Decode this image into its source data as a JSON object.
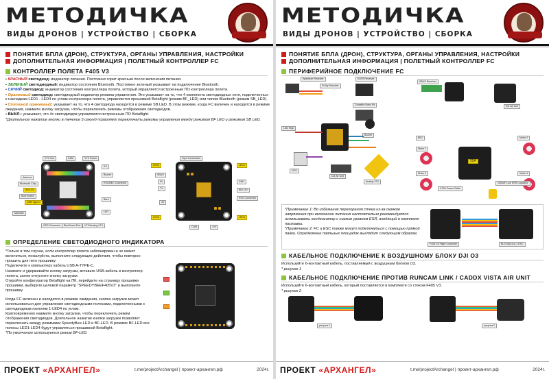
{
  "brand": {
    "title": "МЕТОДИЧКА",
    "subtitle": "ВИДЫ ДРОНОВ | УСТРОЙСТВО | СБОРКА",
    "emblem_text": "ПРОЕКТ АРХАНГЕЛ"
  },
  "header_lines": [
    "ПОНЯТИЕ БПЛА (ДРОН), СТРУКТУРА, ОРГАНЫ УПРАВЛЕНИЯ, НАСТРОЙКИ",
    "ДОПОЛНИТЕЛЬНАЯ ИНФОРМАЦИЯ | ПОЛЕТНЫЙ КОНТРОЛЛЕР FC"
  ],
  "left": {
    "section1": {
      "title": "КОНТРОЛЛЕР ПОЛЕТА F405 V3",
      "items": [
        {
          "label": "КРАСНЫЙ",
          "suffix": " светодиод:",
          "text": " индикатор питания. Постоянно горит красным после включения питания."
        },
        {
          "label": "ЗЕЛЕНЫЙ",
          "suffix": " светодиодный:",
          "text": " индикатор состояния Bluetooth, Постоянно зеленый указывает на подключение Bluetooth."
        },
        {
          "label": "СИНИЙ",
          "suffix": " светодиод:",
          "text": " индикатор состояния контроллера полета, который управляется встроенным ПО контроллера полета."
        },
        {
          "label": "Оранжевый",
          "suffix": " светодиод:",
          "text": " светодиодный индикатор режима управления. Это указывает на то, что 4 комплекта светодиодных лент, подключенных к накладкам LED1 - LED4 по углам контроллера полета, управляются прошивкой Betaflight (режим BF_LED) или чипом Bluetooth (режим SB_LED)."
        },
        {
          "label": "Сплошной оранжевый",
          "suffix": ":",
          "text": " указывает на то, что 4 светодиода находятся в режиме SB LED. В этом режиме, когда FC включен и находится в режиме ожидания, нажмите кнопку загрузки, чтобы переключить режимы отображения светодиодов."
        },
        {
          "label": "ВЫКЛ.",
          "suffix": ":",
          "text": " указывает, что 4x светодиодов управляются встроенным ПО Betaflight."
        }
      ],
      "tip": "*Длительное нажатие кнопки в течение 3 секунд позволяет переключать режимы управления между режимом BF LED и режимом SB LED."
    },
    "board_tags": {
      "a": [
        "VTX Out",
        "CAM",
        "VTX Power",
        "Antenna",
        "Bluetooth Chip",
        "5V/4.5V",
        "Boot Button",
        "USB Type-C",
        "MicroSD",
        "GPS Connector",
        "BlueSmart Port",
        "VTX/Analog VTX",
        "RX",
        "Buzzer",
        "ESC/BEC Connector",
        "Baro",
        "LED"
      ],
      "b": [
        "Gyro Connection",
        "LED1",
        "LED2",
        "LED3",
        "LED4",
        "SBUS",
        "5V",
        "TX",
        "4V",
        "GND",
        "BEC 5V",
        "ESC Connector",
        "CAM",
        "12V"
      ]
    },
    "section2": {
      "title": "ОПРЕДЕЛЕНИЕ СВЕТОДИОДНОГО ИНДИКАТОРА",
      "paragraphs": [
        "*Только в том случае, если контроллер полета заблокирован и не может включиться, пожалуйста, выполните следующие действия, чтобы повторно прошить для него прошивку:",
        "Подключите к компьютеру кабель USB A-TYPE-C.",
        "Нажмите и удерживайте кнопку загрузки, вставьте USB-кабель в контроллер полета, затем отпустите кнопку загрузки.",
        "Откройте конфигуратор Betaflight на ПК, перейдите на страницу прошивки прошивки, выберите целевой параметр \"SPEEDYBEEF405V3\" и выполните прошивку.",
        "Когда FC включен и находится в режиме ожидания, кнопка загрузки может использоваться для управления светодиодными полосами, подключенными к светодиодным панелям 1-LED4 по углам.",
        "Кратковременно нажмите кнопку загрузки, чтобы переключить режим отображения светодиодов. Длительное нажатие кнопки загрузки позволяет переключать между режимами SpeedyBee-LED и BF-LED. В режиме BF-LED все полосы LED1-LED4 будут управляться прошивкой Betaflight.",
        "*По умолчанию используется режим BF-LED."
      ]
    }
  },
  "right": {
    "section1": {
      "title": "ПЕРИФЕРИЙНОЕ ПОДКЛЮЧЕНИЕ FC"
    },
    "diagram_labels": [
      "Spektrum Receiver",
      "FrSky Receiver",
      "ELRS Receiver",
      "Crossfire Nano Rx",
      "LED Strip",
      "Buzzer",
      "GPS",
      "Analog VTX",
      "DJI Air Unit",
      "SBUS Receiver",
      "BEC",
      "Motor 1",
      "Motor 2",
      "Motor 3",
      "Motor 4",
      "55A",
      "XT60 Power Cable",
      "1000uF Low ESR Capacitor"
    ],
    "notes": [
      "*Примечание 1: Во избежание перегорания стека из-за скачков напряжения при включении питания настоятельно рекомендуется использовать конденсатор с низким уровнем ESR, входящий в комплект поставки.",
      "*Примечание 2: FC и ESC также могут подключаться с помощью прямой пайки. Определение паяльных площадок выглядит следующим образом."
    ],
    "note_labels": [
      "F405 V4 Flight Controller",
      "BLS 55A 4-in-1 ESC"
    ],
    "section2": {
      "title": "КАБЕЛЬНОЕ ПОДКЛЮЧЕНИЕ К ВОЗДУШНОМУ БЛОКУ DJI O3",
      "text": "Используйте 6-контактный кабель, поставляемый с воздушным блоком O3.",
      "pic": "* рисунок 1"
    },
    "section3": {
      "title": "КАБЕЛЬНОЕ ПОДКЛЮЧЕНИЕ ПРОТИВ RUNCAM LINK / CADDX VISTA AIR UNIT",
      "text": "Используйте 6-контактный кабель, который поставляется в комплекте со стеком F405 V3.",
      "pic": "* рисунок 2",
      "caption1": "рисунок 1",
      "caption2": "рисунок 2"
    }
  },
  "footer": {
    "project": "ПРОЕКТ",
    "name": "«АРХАНГЕЛ»",
    "link1": "t.me/projectArchangel",
    "sep": "|",
    "link2": "проект-архангел.рф",
    "year": "2024г."
  },
  "colors": {
    "accent_red": "#d21b1b",
    "accent_green": "#8cc63f",
    "board": "#1d1d1d"
  }
}
